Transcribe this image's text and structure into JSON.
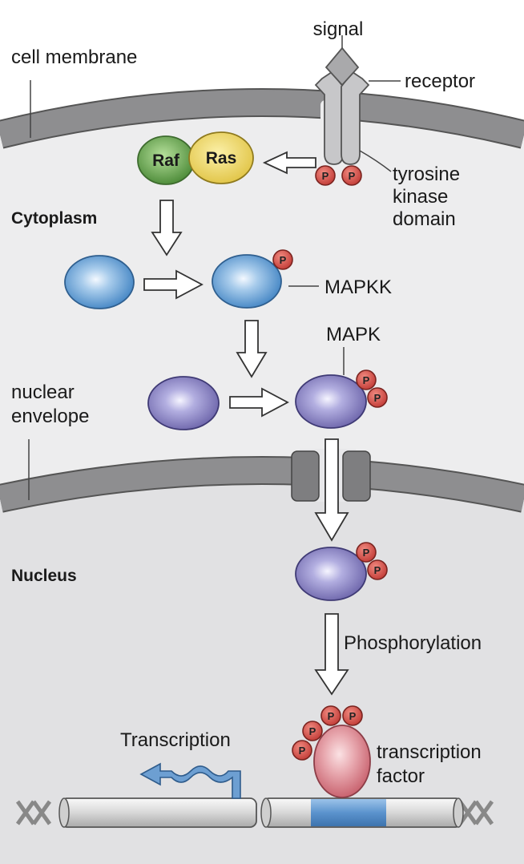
{
  "labels": {
    "signal": "signal",
    "receptor": "receptor",
    "cell_membrane": "cell membrane",
    "tyrosine_kinase_domain": [
      "tyrosine",
      "kinase",
      "domain"
    ],
    "cytoplasm": "Cytoplasm",
    "mapkk": "MAPKK",
    "mapk": "MAPK",
    "nuclear_envelope": [
      "nuclear",
      "envelope"
    ],
    "nucleus": "Nucleus",
    "phosphorylation": "Phosphorylation",
    "transcription": "Transcription",
    "transcription_factor": [
      "transcription",
      "factor"
    ]
  },
  "proteins": {
    "raf": "Raf",
    "ras": "Ras"
  },
  "phospho_label": "P",
  "colors": {
    "cytoplasm": "#ededee",
    "nucleus": "#e1e1e3",
    "membrane": "#8c8c8e",
    "outline": "#555555",
    "raf": "#5e9a46",
    "ras": "#ecd65e",
    "mapkk": "#3f82c2",
    "mapk": "#6e66ab",
    "phospho": "#cf4a45",
    "transcription_factor": "#d98a93",
    "dna_highlight": "#4f88c6",
    "transcription_arrow": "#6d9fd2"
  }
}
